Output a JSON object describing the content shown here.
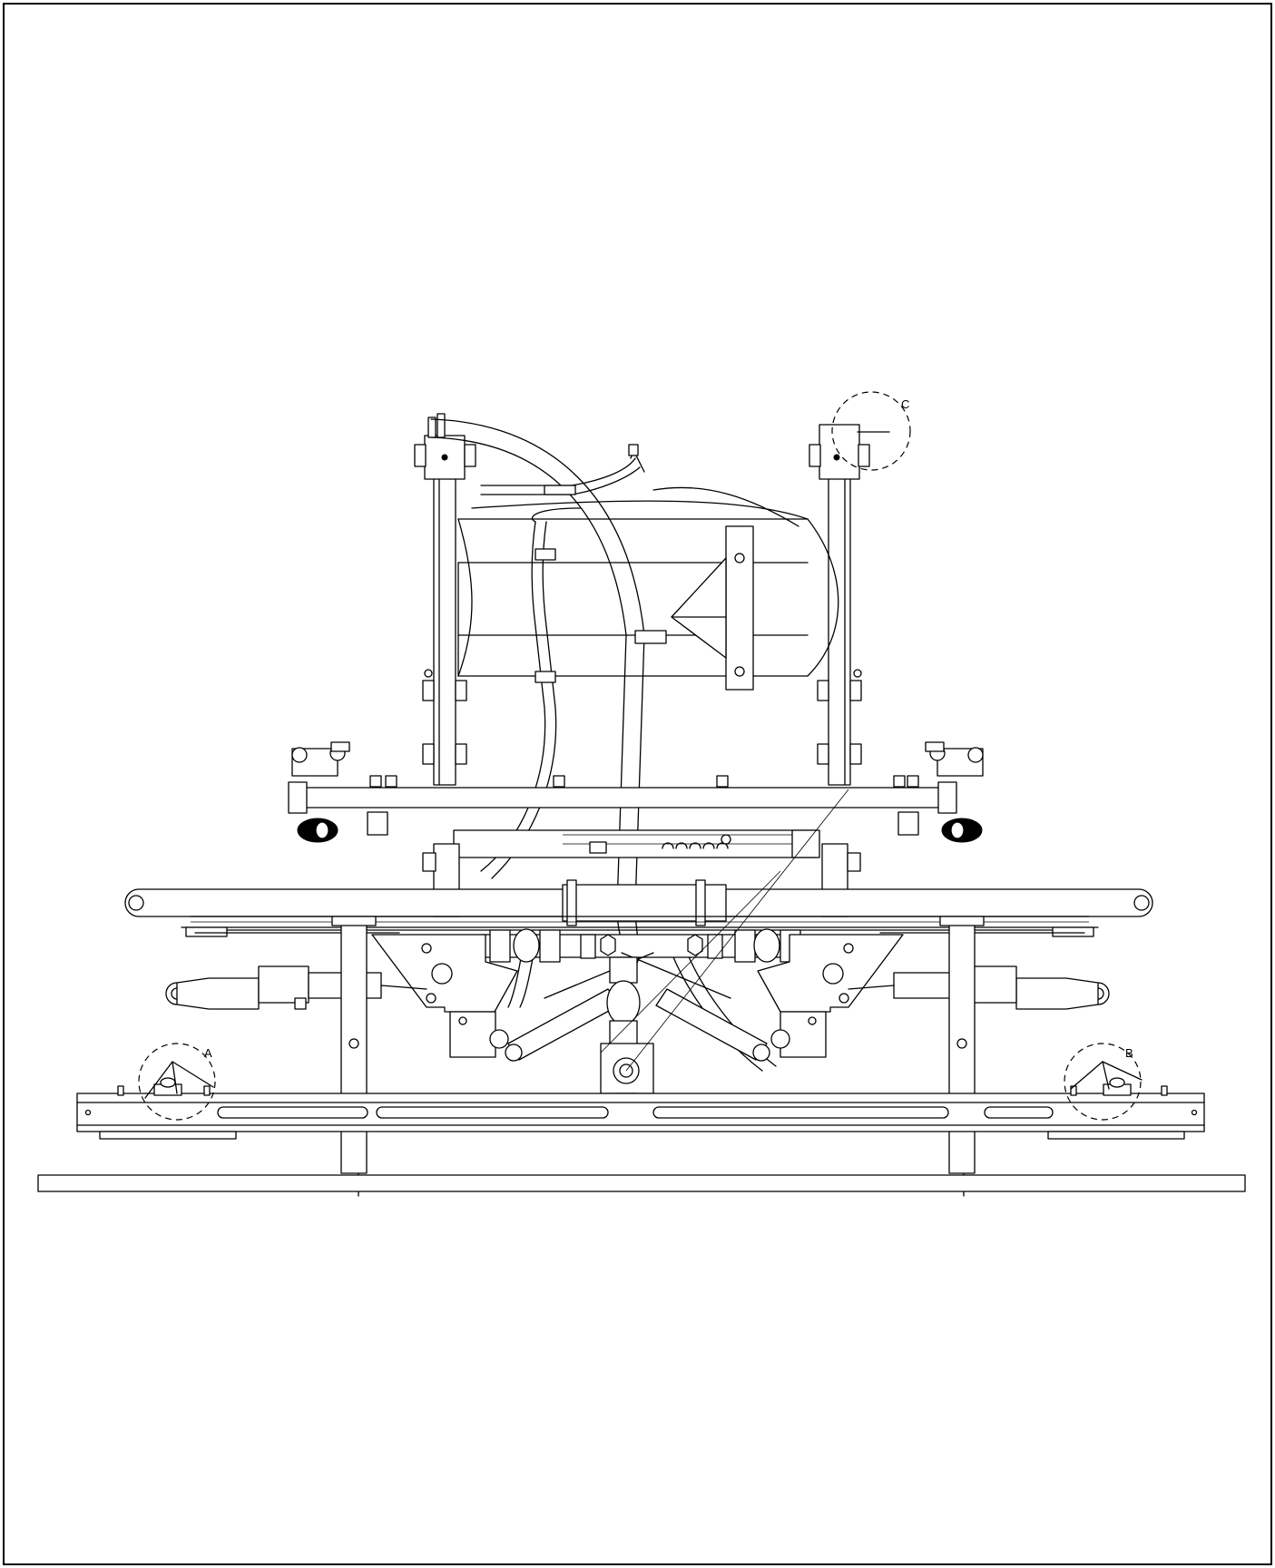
{
  "detail_callouts": [
    {
      "id": "callout-a",
      "label": "A"
    },
    {
      "id": "callout-b",
      "label": "B"
    },
    {
      "id": "callout-c",
      "label": "C"
    }
  ]
}
